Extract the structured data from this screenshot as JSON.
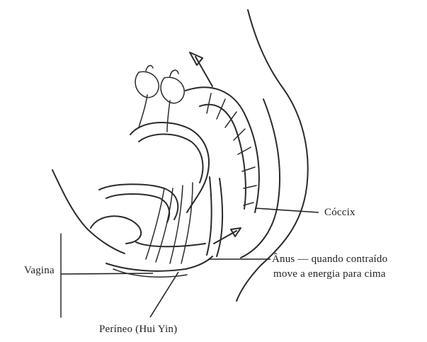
{
  "labels": {
    "coccix": "Cóccix",
    "anus_line1": "Ânus — quando contraído",
    "anus_line2": "move a energia para cima",
    "vagina": "Vagina",
    "perineo": "Períneo (Hui Yin)"
  },
  "colors": {
    "ink": "#2a2a2a",
    "background": "#ffffff"
  }
}
